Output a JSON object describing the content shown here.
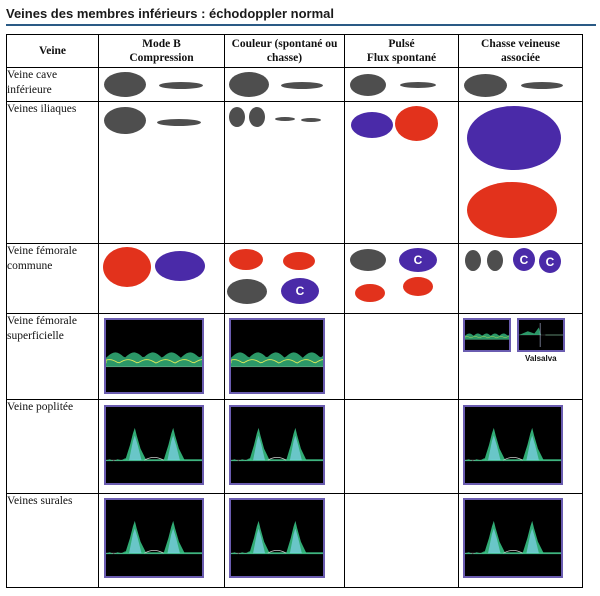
{
  "title": "Veines des membres inférieurs : échodoppler normal",
  "headers": {
    "veine": "Veine",
    "modeb_1": "Mode B",
    "modeb_2": "Compression",
    "couleur_1": "Couleur (spontané ou",
    "couleur_2": "chasse)",
    "pulse_1": "Pulsé",
    "pulse_2": "Flux spontané",
    "chasse_1": "Chasse veineuse",
    "chasse_2": "associée"
  },
  "rows": [
    {
      "label_1": "Veine cave",
      "label_2": "inférieure"
    },
    {
      "label_1": "Veines iliaques",
      "label_2": ""
    },
    {
      "label_1": "Veine fémorale",
      "label_2": "commune"
    },
    {
      "label_1": "Veine fémorale",
      "label_2": "superficielle"
    },
    {
      "label_1": "Veine poplitée",
      "label_2": ""
    },
    {
      "label_1": "Veines surales",
      "label_2": ""
    }
  ],
  "markers": {
    "compression": "C",
    "valsalva": "Valsalva"
  },
  "colors": {
    "vein_gray": "#4e4e4e",
    "flow_blue": "#4a2aa8",
    "flow_red": "#e2321c",
    "spectrum_green": "#39c98a",
    "spectrum_frame": "#6a5cb0",
    "title_rule": "#2a5a85"
  }
}
